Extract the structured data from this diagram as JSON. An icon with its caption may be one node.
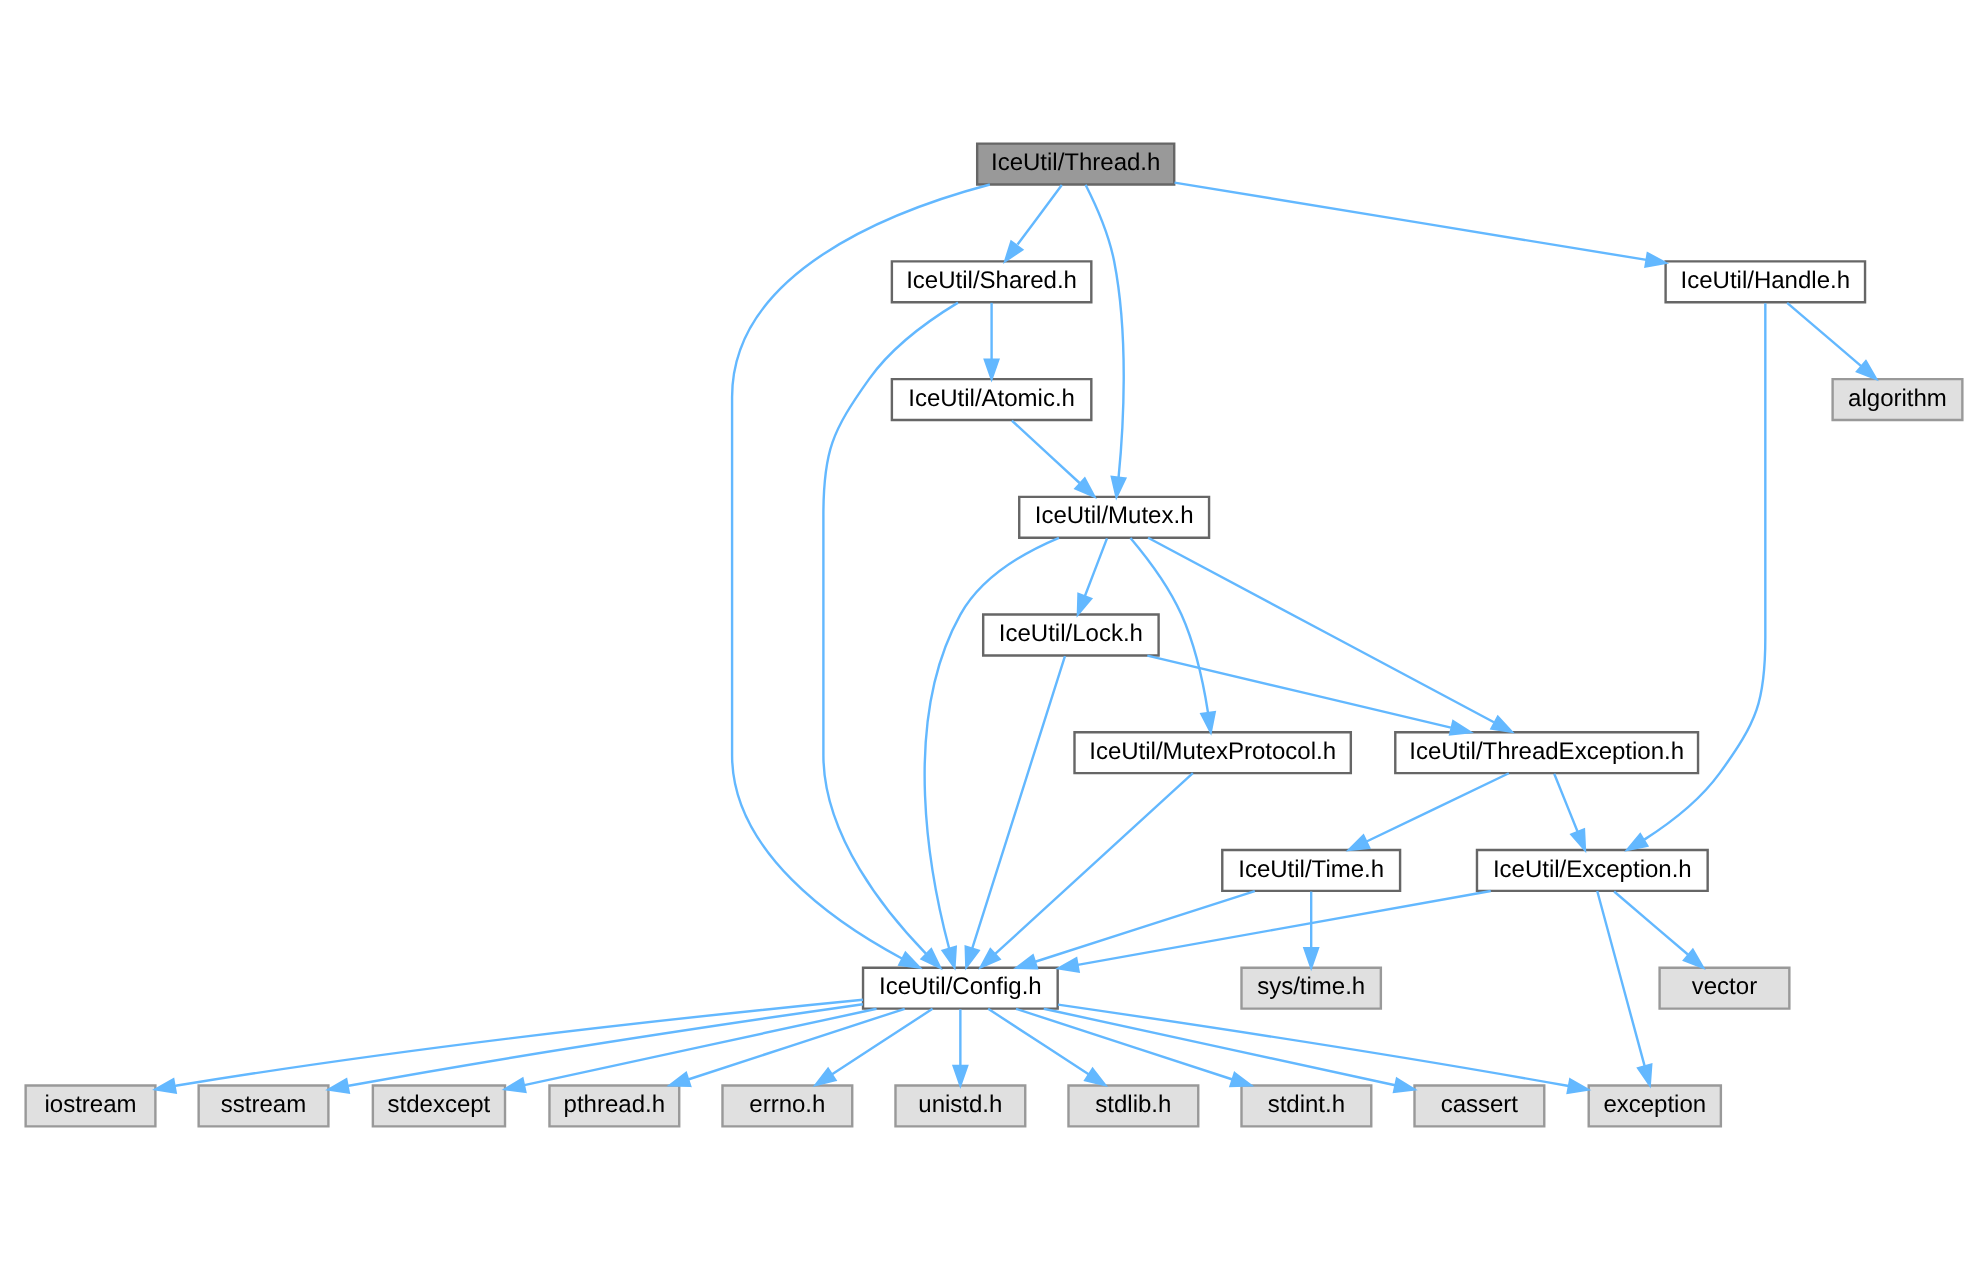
{
  "diagram": {
    "nodes": [
      {
        "text": [
          "IceUtil/Thread.h"
        ]
      },
      {
        "text": [
          "IceUtil/Shared.h"
        ]
      },
      {
        "text": [
          "IceUtil/Handle.h"
        ]
      },
      {
        "text": [
          "algorithm"
        ]
      },
      {
        "text": [
          "IceUtil/Atomic.h"
        ]
      },
      {
        "text": [
          "IceUtil/Mutex.h"
        ]
      },
      {
        "text": [
          "IceUtil/Lock.h"
        ]
      },
      {
        "text": [
          "IceUtil/MutexProtocol.h"
        ]
      },
      {
        "text": [
          "IceUtil/ThreadException.h"
        ]
      },
      {
        "text": [
          "IceUtil/Time.h"
        ]
      },
      {
        "text": [
          "IceUtil/Exception.h"
        ]
      },
      {
        "text": [
          "IceUtil/Config.h"
        ]
      },
      {
        "text": [
          "sys/time.h"
        ]
      },
      {
        "text": [
          "vector"
        ]
      },
      {
        "text": [
          "iostream"
        ]
      },
      {
        "text": [
          "sstream"
        ]
      },
      {
        "text": [
          "stdexcept"
        ]
      },
      {
        "text": [
          "pthread.h"
        ]
      },
      {
        "text": [
          "errno.h"
        ]
      },
      {
        "text": [
          "unistd.h"
        ]
      },
      {
        "text": [
          "stdlib.h"
        ]
      },
      {
        "text": [
          "stdint.h"
        ]
      },
      {
        "text": [
          "cassert"
        ]
      },
      {
        "text": [
          "exception"
        ]
      }
    ],
    "edges": [
      {
        "from": 0,
        "to": 11,
        "arrow": "to"
      },
      {
        "from": 0,
        "to": 1,
        "arrow": "to"
      },
      {
        "from": 0,
        "to": 5,
        "arrow": "to"
      },
      {
        "from": 0,
        "to": 2,
        "arrow": "to"
      },
      {
        "from": 1,
        "to": 11,
        "arrow": "to"
      },
      {
        "from": 1,
        "to": 4,
        "arrow": "to"
      },
      {
        "from": 4,
        "to": 5,
        "arrow": "to"
      },
      {
        "from": 2,
        "to": 3,
        "arrow": "to"
      },
      {
        "from": 2,
        "to": 10,
        "arrow": "to"
      },
      {
        "from": 5,
        "to": 11,
        "arrow": "to"
      },
      {
        "from": 5,
        "to": 7,
        "arrow": "to"
      },
      {
        "from": 5,
        "to": 6,
        "arrow": "to"
      },
      {
        "from": 5,
        "to": 8,
        "arrow": "to"
      },
      {
        "from": 6,
        "to": 8,
        "arrow": "to"
      },
      {
        "from": 6,
        "to": 11,
        "arrow": "to"
      },
      {
        "from": 7,
        "to": 11,
        "arrow": "to"
      },
      {
        "from": 8,
        "to": 9,
        "arrow": "to"
      },
      {
        "from": 8,
        "to": 10,
        "arrow": "to"
      },
      {
        "from": 9,
        "to": 11,
        "arrow": "to"
      },
      {
        "from": 9,
        "to": 12,
        "arrow": "to"
      },
      {
        "from": 10,
        "to": 11,
        "arrow": "to"
      },
      {
        "from": 10,
        "to": 13,
        "arrow": "to"
      },
      {
        "from": 10,
        "to": 23,
        "arrow": "to"
      },
      {
        "from": 11,
        "to": 14,
        "arrow": "to"
      },
      {
        "from": 11,
        "to": 15,
        "arrow": "to"
      },
      {
        "from": 11,
        "to": 16,
        "arrow": "to"
      },
      {
        "from": 11,
        "to": 17,
        "arrow": "to"
      },
      {
        "from": 11,
        "to": 18,
        "arrow": "to"
      },
      {
        "from": 11,
        "to": 19,
        "arrow": "to"
      },
      {
        "from": 11,
        "to": 20,
        "arrow": "to"
      },
      {
        "from": 11,
        "to": 21,
        "arrow": "to"
      },
      {
        "from": 11,
        "to": 22,
        "arrow": "to"
      },
      {
        "from": 11,
        "to": 23,
        "arrow": "to"
      }
    ]
  }
}
